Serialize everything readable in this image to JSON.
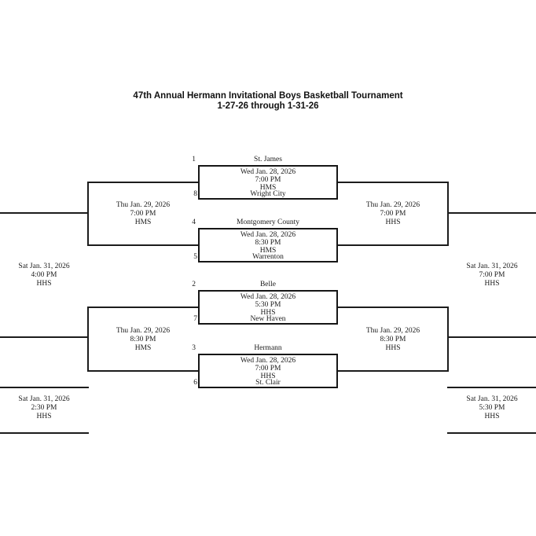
{
  "header": {
    "title": "47th Annual Hermann Invitational Boys Basketball Tournament",
    "subtitle": "1-27-26 through 1-31-26"
  },
  "colors": {
    "background": "#ffffff",
    "text": "#1a1a1a",
    "line": "#1c1c1c"
  },
  "first_round": [
    {
      "seed_top": "1",
      "team_top": "St. James",
      "date": "Wed Jan. 28, 2026",
      "time": "7:00 PM",
      "venue": "HMS",
      "seed_bottom": "8",
      "team_bottom": "Wright City"
    },
    {
      "seed_top": "4",
      "team_top": "Montgomery County",
      "date": "Wed Jan. 28, 2026",
      "time": "8:30 PM",
      "venue": "HMS",
      "seed_bottom": "5",
      "team_bottom": "Warrenton"
    },
    {
      "seed_top": "2",
      "team_top": "Belle",
      "date": "Wed Jan. 28, 2026",
      "time": "5:30 PM",
      "venue": "HHS",
      "seed_bottom": "7",
      "team_bottom": "New Haven"
    },
    {
      "seed_top": "3",
      "team_top": "Hermann",
      "date": "Wed Jan. 28, 2026",
      "time": "7:00 PM",
      "venue": "HHS",
      "seed_bottom": "6",
      "team_bottom": "St. Clair"
    }
  ],
  "semifinals": {
    "left_top": {
      "date": "Thu Jan. 29, 2026",
      "time": "7:00 PM",
      "venue": "HMS"
    },
    "right_top": {
      "date": "Thu Jan. 29, 2026",
      "time": "7:00 PM",
      "venue": "HHS"
    },
    "left_bottom": {
      "date": "Thu Jan. 29, 2026",
      "time": "8:30 PM",
      "venue": "HMS"
    },
    "right_bottom": {
      "date": "Thu Jan. 29, 2026",
      "time": "8:30 PM",
      "venue": "HHS"
    }
  },
  "finals": {
    "left_top": {
      "date": "Sat Jan. 31, 2026",
      "time": "4:00 PM",
      "venue": "HHS"
    },
    "right_top": {
      "date": "Sat Jan. 31, 2026",
      "time": "7:00 PM",
      "venue": "HHS"
    },
    "left_bottom": {
      "date": "Sat Jan. 31, 2026",
      "time": "2:30 PM",
      "venue": "HHS"
    },
    "right_bottom": {
      "date": "Sat Jan. 31, 2026",
      "time": "5:30 PM",
      "venue": "HHS"
    }
  }
}
